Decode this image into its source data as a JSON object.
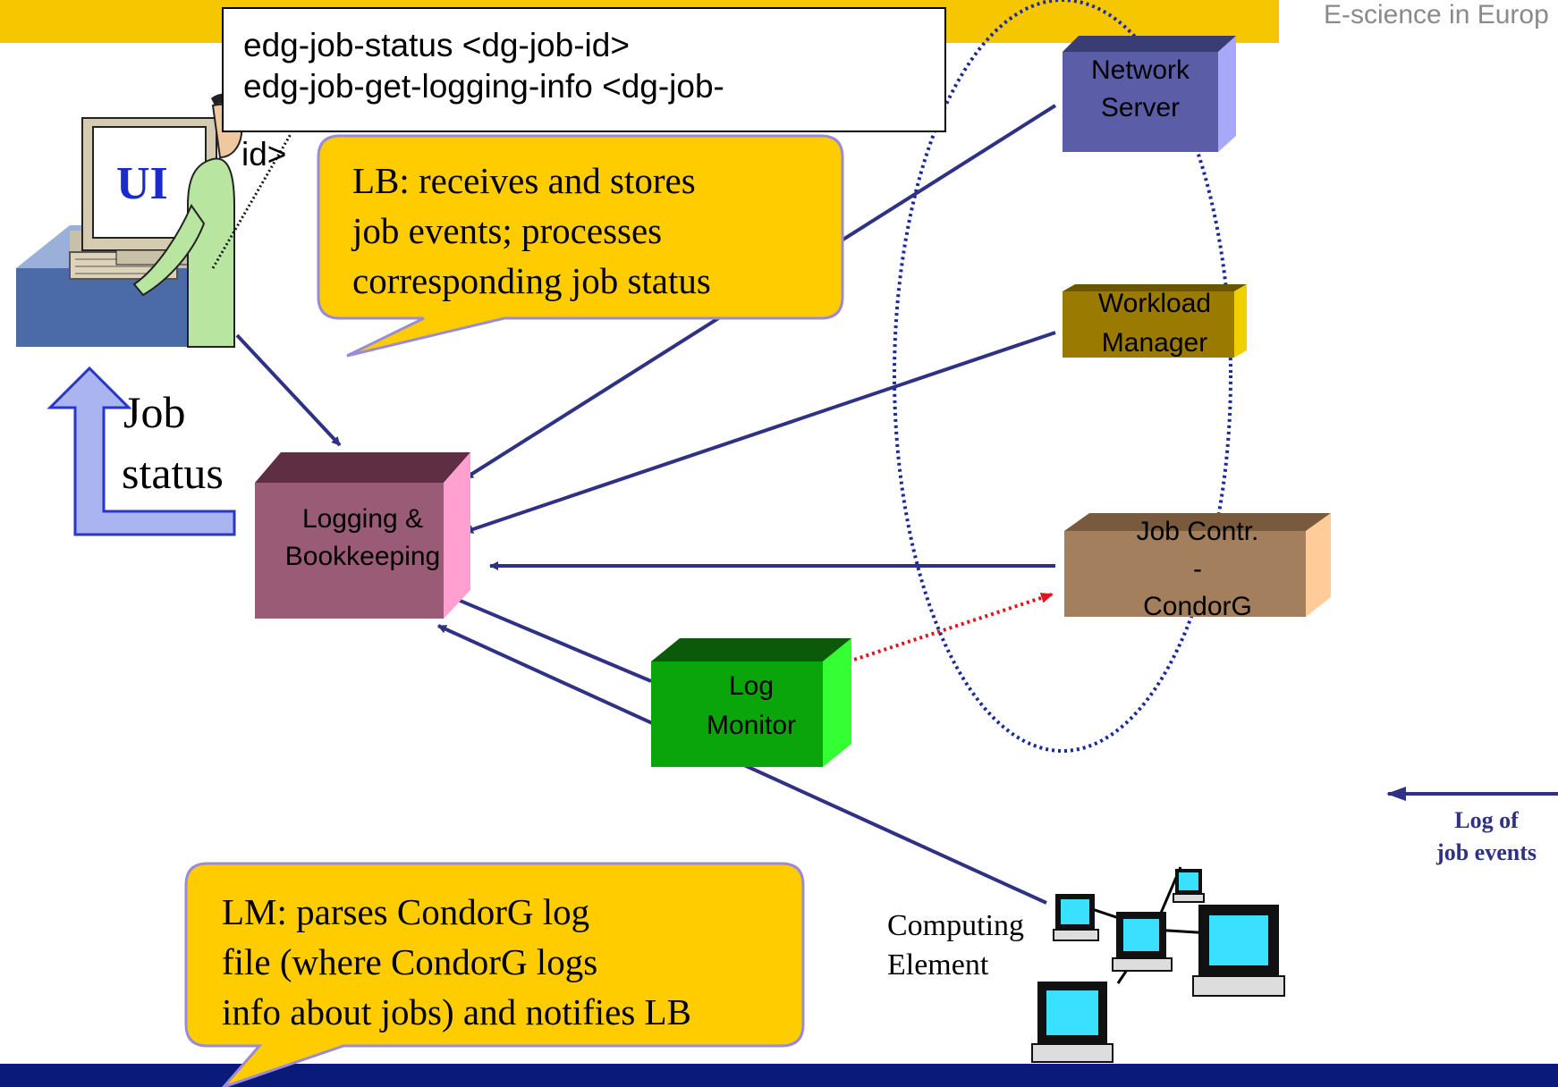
{
  "header": {
    "brand": "E-science in Europ"
  },
  "command_box": {
    "line1": "edg-job-status <dg-job-id>",
    "line2": "edg-job-get-logging-info <dg-job-",
    "line3": "id>"
  },
  "ui_label": "UI",
  "job_status": {
    "line1": "Job",
    "line2": "status"
  },
  "lb_callout": {
    "line1": "LB: receives and stores",
    "line2": "job events; processes",
    "line3": "corresponding job status"
  },
  "lm_callout": {
    "line1": "LM: parses CondorG log",
    "line2": "file (where CondorG logs",
    "line3": "info about jobs) and notifies LB"
  },
  "components": {
    "network_server": {
      "line1": "Network",
      "line2": "Server"
    },
    "workload_manager": {
      "line1": "Workload",
      "line2": "Manager"
    },
    "job_controller": {
      "line1": "Job Contr.",
      "line2": "-",
      "line3": "CondorG"
    },
    "logging_bookkeeping": {
      "line1": "Logging &",
      "line2": "Bookkeeping"
    },
    "log_monitor": {
      "line1": "Log",
      "line2": "Monitor"
    },
    "computing_element": {
      "line1": "Computing",
      "line2": "Element"
    }
  },
  "legend": {
    "line1": "Log of",
    "line2": "job events"
  },
  "colors": {
    "header_bar": "#f6c600",
    "callout_fill": "#ffcc00",
    "arrow": "#2e3184",
    "network_server": "#5b5ea6",
    "workload_manager": "#9b7a00",
    "job_controller": "#a47f5e",
    "logging_bookkeeping": "#9a5b76",
    "log_monitor": "#0aa50a",
    "footer_bar": "#0a1a7a"
  }
}
